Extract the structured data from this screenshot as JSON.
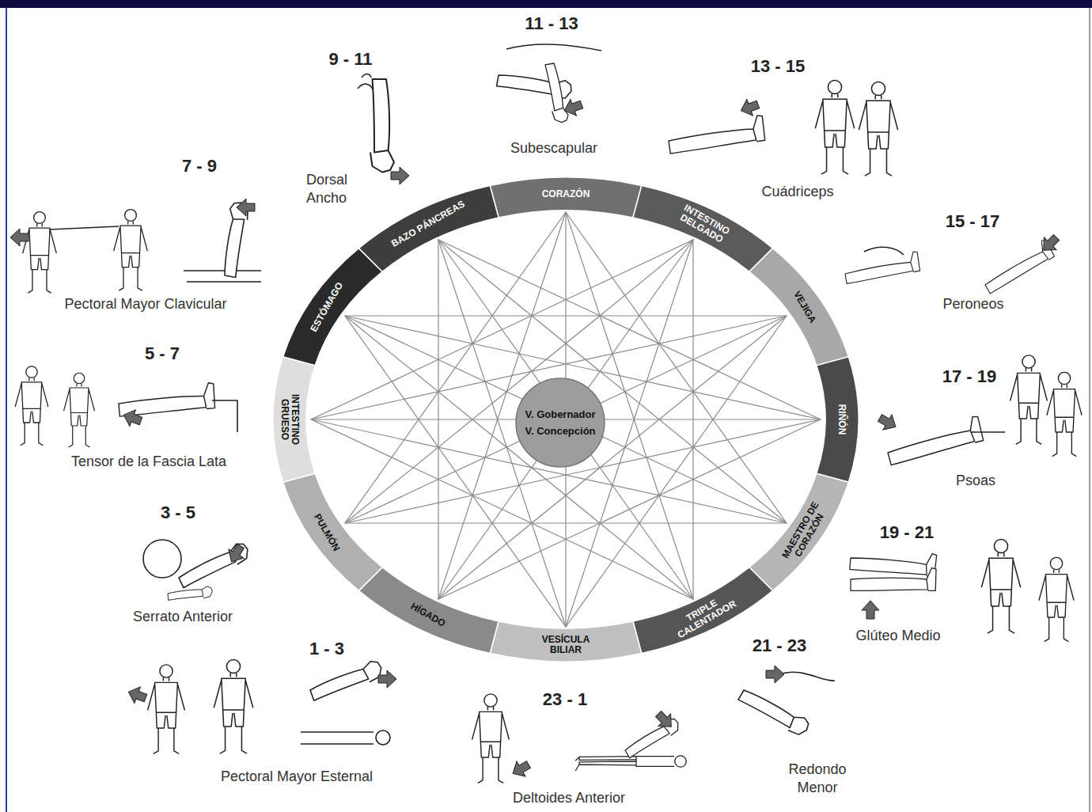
{
  "diagram": {
    "nodes": [
      {
        "text": [
          "CORAZÓN"
        ]
      },
      {
        "text": [
          "INTESTINO DELGADO"
        ]
      },
      {
        "text": [
          "VEJIGA"
        ]
      },
      {
        "text": [
          "RIÑÓN"
        ]
      },
      {
        "text": [
          "MAESTRO DE CORAZÓN"
        ]
      },
      {
        "text": [
          "TRIPLE CALENTADOR"
        ]
      },
      {
        "text": [
          "VESÍCULA BILIAR"
        ]
      },
      {
        "text": [
          "HÍGADO"
        ]
      },
      {
        "text": [
          "PULMÓN"
        ]
      },
      {
        "text": [
          "INTESTINO GRUESO"
        ]
      },
      {
        "text": [
          "ESTÓMAGO"
        ]
      },
      {
        "text": [
          "BAZO PÁNCREAS"
        ]
      },
      {
        "text": [
          "V. Gobernador",
          "V. Concepción"
        ]
      }
    ],
    "labels": [
      "11 - 13",
      "Subescapular",
      "13 - 15",
      "Cuádriceps",
      "15 - 17",
      "Peroneos",
      "17 - 19",
      "Psoas",
      "19 - 21",
      "Glúteo Medio",
      "21 - 23",
      "Redondo Menor",
      "23 - 1",
      "Deltoides Anterior",
      "1 - 3",
      "Pectoral Mayor Esternal",
      "3 - 5",
      "Serrato Anterior",
      "5 - 7",
      "Tensor de la Fascia Lata",
      "7 - 9",
      "Pectoral Mayor Clavicular",
      "9 - 11",
      "Dorsal Ancho"
    ]
  }
}
